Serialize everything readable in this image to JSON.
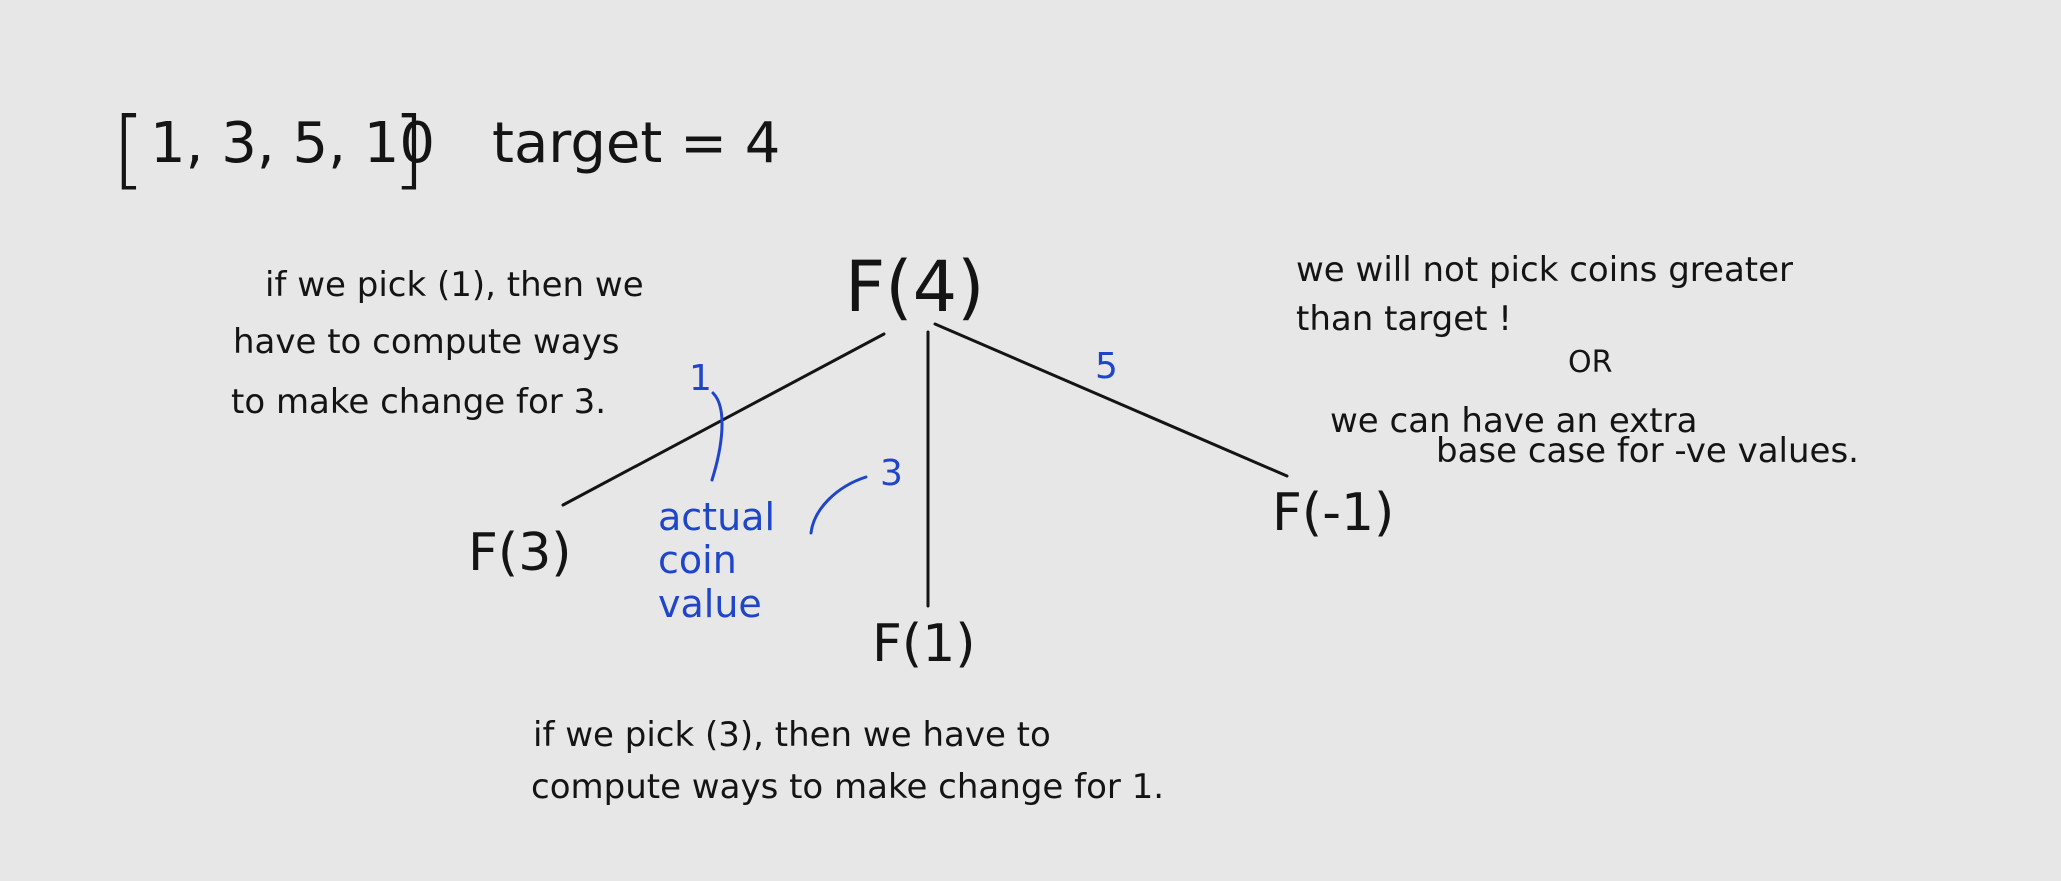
{
  "colors": {
    "background": "#e7e7e7",
    "ink": "#141414",
    "blue": "#1f46c8"
  },
  "problem": {
    "coins_bracket_open": "[",
    "coins": "1, 3, 5, 10",
    "coins_bracket_close": "]",
    "target": "target = 4"
  },
  "tree": {
    "root": "F(4)",
    "children": [
      "F(3)",
      "F(1)",
      "F(-1)"
    ],
    "edge_labels": [
      "1",
      "3",
      "5"
    ]
  },
  "notes": {
    "left": [
      "if we pick (1), then we",
      "have to compute ways",
      "to make change for 3."
    ],
    "bottom": [
      "if we pick (3), then we have to",
      "compute ways to make change for 1."
    ],
    "right_top": [
      "we will not pick coins greater",
      "than target !"
    ],
    "right_or": "OR",
    "right_bottom": [
      "we can have an extra",
      "base case for -ve values."
    ],
    "actual_coin_value": [
      "actual",
      "coin",
      "value"
    ]
  }
}
